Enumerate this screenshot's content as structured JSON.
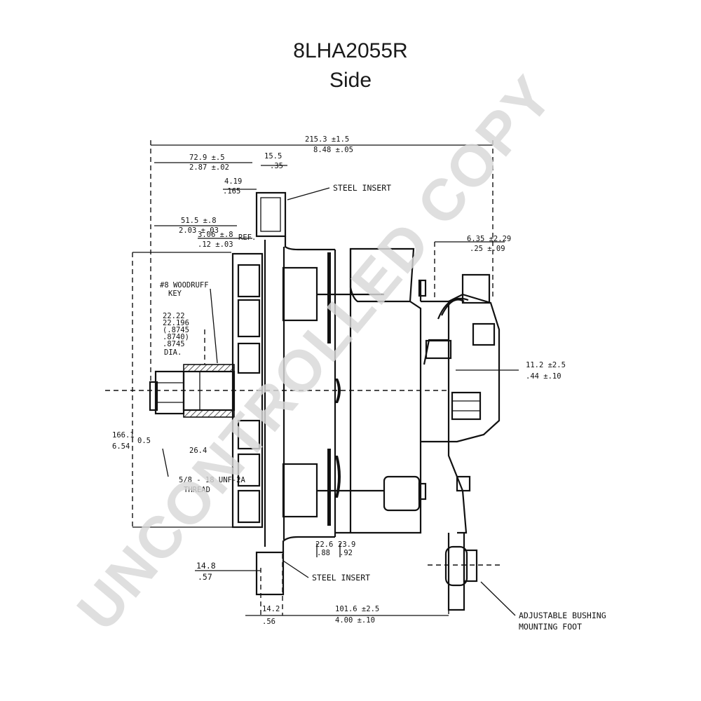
{
  "title": {
    "model": "8LHA2055R",
    "view": "Side"
  },
  "watermark": "UNCONTROLLED COPY",
  "dimensions": {
    "overall_mm": "215.3 ±1.5",
    "overall_in": "8.48 ±.05",
    "d729_mm": "72.9 ±.5",
    "d729_in": "2.87 ±.02",
    "d155_mm": "15.5",
    "d155_in": ".35",
    "d419_mm": "4.19",
    "d419_in": ".165",
    "d515_mm": "51.5 ±.8",
    "d515_in": "2.03 ±.03",
    "d306_mm": "3.06 ±.8",
    "d306_in": ".12 ±.03",
    "ref": "REF.",
    "right_top_mm": "6.35 ±2.29",
    "right_top_in": ".25 ±.09",
    "right_mid_mm": "11.2 ±2.5",
    "right_mid_in": ".44 ±.10",
    "shaft_l1": "22.22",
    "shaft_l2": "22.196",
    "shaft_l3": "(.8745",
    "shaft_l4": ".8740)",
    "shaft_l5": ".8745",
    "shaft_dia": "DIA.",
    "left_mm": "166.1",
    "left_in": "6.54",
    "left_note": "0.5",
    "d264": "26.4",
    "d226_mm": "22.6",
    "d226_in": ".88",
    "d239_mm": "23.9",
    "d239_in": ".92",
    "d148_mm": "14.8",
    "d148_in": ".57",
    "d142_mm": "14.2",
    "d142_in": ".56",
    "d1016_mm": "101.6 ±2.5",
    "d1016_in": "4.00 ±.10"
  },
  "labels": {
    "steel_insert_top": "STEEL INSERT",
    "steel_insert_bottom": "STEEL INSERT",
    "woodruff_1": "#8 WOODRUFF",
    "woodruff_2": "KEY",
    "thread_1": "5/8 - 18 UNF-2A",
    "thread_2": "THREAD",
    "bushing_1": "ADJUSTABLE BUSHING",
    "bushing_2": "MOUNTING FOOT"
  }
}
